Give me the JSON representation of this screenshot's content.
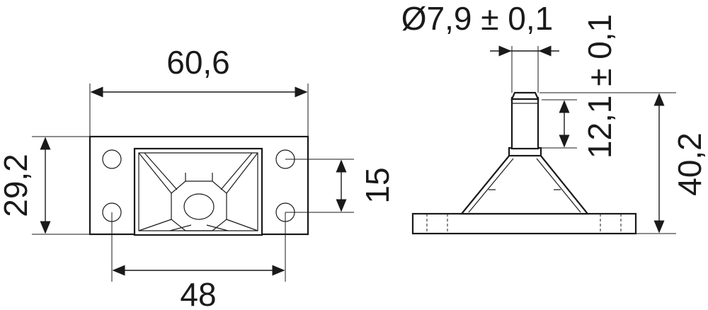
{
  "dimensions": {
    "overall_width": "60,6",
    "overall_height": "29,2",
    "hole_spacing_horizontal": "48",
    "hole_spacing_vertical": "15",
    "pin_diameter": "Ø7,9 ± 0,1",
    "pin_length": "12,1 ± 0,1",
    "total_height": "40,2"
  }
}
